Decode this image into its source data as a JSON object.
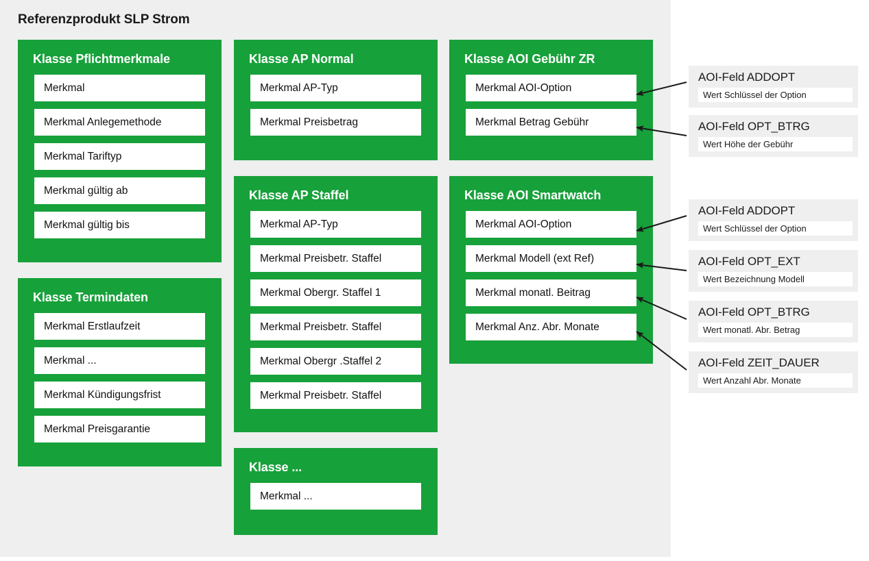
{
  "diagram": {
    "title": "Referenzprodukt SLP Strom",
    "colors": {
      "class_box": "#17a13a",
      "panel_background": "#efefef",
      "row_background": "#ffffff",
      "text": "#1a1a1a",
      "arrow": "#1a1a1a"
    },
    "classes": [
      {
        "id": "pflichtmerkmale",
        "title": "Klasse Pflichtmerkmale",
        "merkmale": [
          "Merkmal",
          "Merkmal Anlegemethode",
          "Merkmal Tariftyp",
          "Merkmal gültig ab",
          "Merkmal gültig bis"
        ]
      },
      {
        "id": "termindaten",
        "title": "Klasse Termindaten",
        "merkmale": [
          "Merkmal Erstlaufzeit",
          "Merkmal ...",
          "Merkmal Kündigungsfrist",
          "Merkmal Preisgarantie"
        ]
      },
      {
        "id": "ap-normal",
        "title": "Klasse AP Normal",
        "merkmale": [
          "Merkmal AP-Typ",
          "Merkmal Preisbetrag"
        ]
      },
      {
        "id": "ap-staffel",
        "title": "Klasse AP Staffel",
        "merkmale": [
          "Merkmal AP-Typ",
          "Merkmal Preisbetr. Staffel",
          "Merkmal Obergr. Staffel 1",
          "Merkmal Preisbetr. Staffel",
          "Merkmal Obergr .Staffel 2",
          "Merkmal Preisbetr. Staffel"
        ]
      },
      {
        "id": "klasse-weitere",
        "title": "Klasse ...",
        "merkmale": [
          "Merkmal ..."
        ]
      },
      {
        "id": "aoi-gebuehr-zr",
        "title": "Klasse AOI Gebühr ZR",
        "merkmale": [
          "Merkmal AOI-Option",
          "Merkmal Betrag Gebühr"
        ]
      },
      {
        "id": "aoi-smartwatch",
        "title": "Klasse AOI Smartwatch",
        "merkmale": [
          "Merkmal AOI-Option",
          "Merkmal Modell (ext Ref)",
          "Merkmal monatl. Beitrag",
          "Merkmal Anz. Abr. Monate"
        ]
      }
    ],
    "aoi_fields": [
      {
        "id": "addopt-1",
        "title": "AOI-Feld ADDOPT",
        "value": "Wert Schlüssel der Option"
      },
      {
        "id": "opt-btrg-1",
        "title": "AOI-Feld OPT_BTRG",
        "value": "Wert Höhe der Gebühr"
      },
      {
        "id": "addopt-2",
        "title": "AOI-Feld ADDOPT",
        "value": "Wert Schlüssel der Option"
      },
      {
        "id": "opt-ext",
        "title": "AOI-Feld OPT_EXT",
        "value": "Wert Bezeichnung Modell"
      },
      {
        "id": "opt-btrg-2",
        "title": "AOI-Feld OPT_BTRG",
        "value": "Wert monatl. Abr. Betrag"
      },
      {
        "id": "zeit-dauer",
        "title": "AOI-Feld ZEIT_DAUER",
        "value": "Wert Anzahl Abr. Monate"
      }
    ]
  }
}
